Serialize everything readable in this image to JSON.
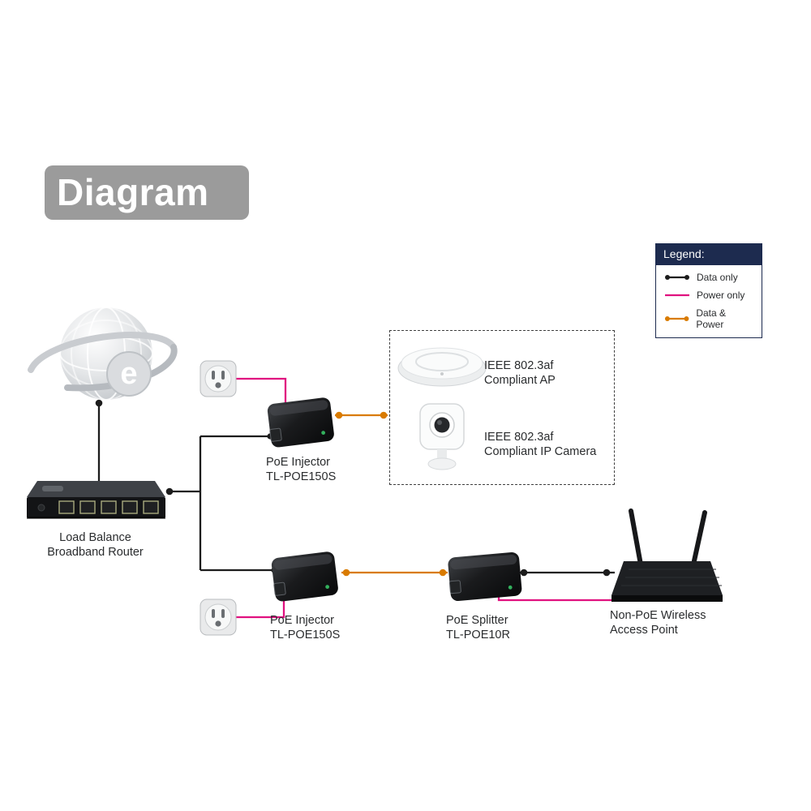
{
  "title": "Diagram",
  "colors": {
    "data": "#1c1c1c",
    "power": "#e0117f",
    "datapower": "#d97b00",
    "title_bg": "#9b9b9b",
    "legend_header_bg": "#1d2b4f"
  },
  "legend": {
    "header": "Legend:",
    "items": [
      {
        "label": "Data only"
      },
      {
        "label": "Power only"
      },
      {
        "label": "Data & Power"
      }
    ]
  },
  "labels": {
    "router": {
      "line1": "Load Balance",
      "line2": "Broadband Router"
    },
    "injector1": {
      "line1": "PoE Injector",
      "line2": "TL-POE150S"
    },
    "injector2": {
      "line1": "PoE Injector",
      "line2": "TL-POE150S"
    },
    "splitter": {
      "line1": "PoE Splitter",
      "line2": "TL-POE10R"
    },
    "ap": {
      "line1": "IEEE 802.3af",
      "line2": "Compliant AP"
    },
    "camera": {
      "line1": "IEEE 802.3af",
      "line2": "Compliant IP Camera"
    },
    "wireless": {
      "line1": "Non-PoE Wireless",
      "line2": "Access Point"
    }
  }
}
